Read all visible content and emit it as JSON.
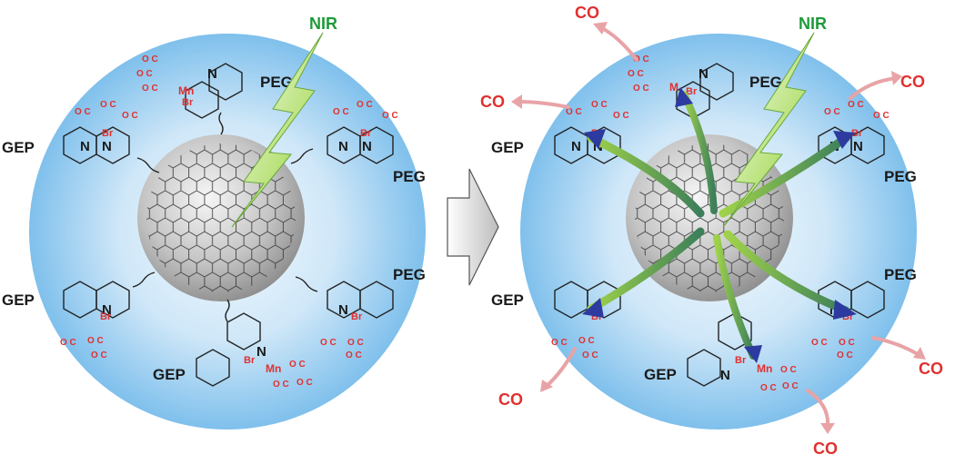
{
  "colors": {
    "shell_light": "#dff0fb",
    "shell_dark": "#7fc0ec",
    "core_light": "#f2f2f2",
    "core_dark": "#9a9a9a",
    "manganese": "#e0302f",
    "ligand_text": "#1a1a1a",
    "nir": "#1f9a3a",
    "lightning": "#9fd24a",
    "energy_arrow": "#6a8fb0",
    "co_arrow": "#e8a3a6"
  },
  "labels": {
    "nir": "NIR",
    "peg": "PEG",
    "gep": "GEP",
    "co": "CO",
    "oc": "O C",
    "n": "N",
    "br": "Br",
    "mn": "Mn",
    "m": "M"
  },
  "icons": {
    "process_arrow": "block-arrow-right-icon",
    "lightning": "lightning-bolt-icon"
  }
}
